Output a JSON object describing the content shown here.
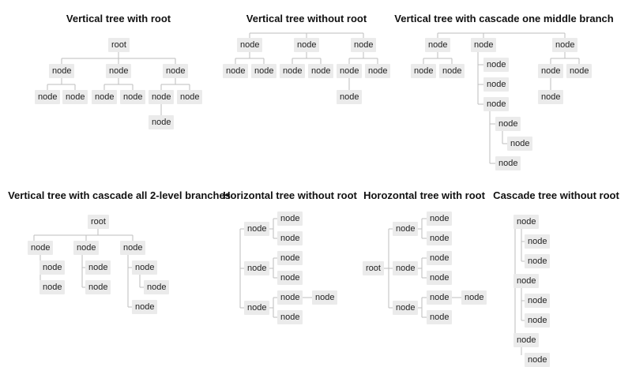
{
  "labels": {
    "root": "root",
    "node": "node"
  },
  "panels": [
    {
      "title": "Vertical tree with root"
    },
    {
      "title": "Vertical tree without root"
    },
    {
      "title": "Vertical tree with cascade one middle branch"
    },
    {
      "title": "Vertical tree with cascade all 2-level branches"
    },
    {
      "title": "Horizontal tree without root"
    },
    {
      "title": "Horozontal tree with root"
    },
    {
      "title": "Cascade tree without root"
    }
  ]
}
